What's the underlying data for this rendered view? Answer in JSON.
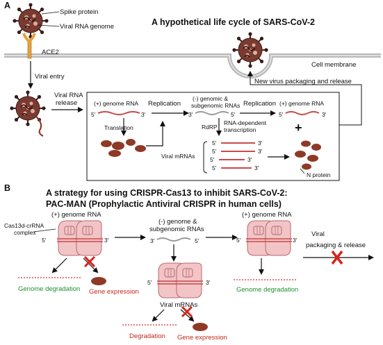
{
  "panel_a": {
    "letter": "A",
    "title": "A hypothetical life cycle of SARS-CoV-2",
    "spike_protein": "Spike protein",
    "viral_rna_genome": "Viral RNA genome",
    "ace2": "ACE2",
    "cell_membrane": "Cell membrane",
    "viral_entry": "Viral entry",
    "viral_rna_release_1": "Viral RNA",
    "viral_rna_release_2": "release",
    "new_virus": "New virus packaging and release",
    "pos_genome_rna": "(+) genome RNA",
    "replication_1": "Replication",
    "neg_genomic_1": "(-) genomic &",
    "neg_genomic_2": "subgenomic RNAs",
    "replication_2": "Replication",
    "pos_genome_rna_2": "(+) genome RNA",
    "translation": "Translation",
    "rdrp": "RdRP",
    "rna_dep_1": "RNA-dependent",
    "rna_dep_2": "transcription",
    "viral_mrnas": "Viral mRNAs",
    "n_protein": "N protein",
    "plus": "+",
    "five": "5'",
    "three": "3'"
  },
  "panel_b": {
    "letter": "B",
    "title_1": "A strategy for using CRISPR-Cas13 to inhibit SARS-CoV-2:",
    "title_2": "PAC-MAN (Prophylactic Antiviral CRISPR in human cells)",
    "pos_genome_rna": "(+) genome RNA",
    "cas13_1": "Cas13d-crRNA",
    "cas13_2": "complex",
    "neg_genome_1": "(-) genome &",
    "neg_genome_2": "subgenomic RNAs",
    "pos_genome_rna_2": "(+) genome RNA",
    "viral_1": "Viral",
    "viral_2": "packaging & release",
    "genome_degradation": "Genome degradation",
    "gene_expression": "Gene expression",
    "viral_mrnas": "Viral mRNAs",
    "genome_degradation_2": "Genome degradation",
    "degradation": "Degradation",
    "gene_expression_2": "Gene expression"
  },
  "colors": {
    "rna_red": "#c94a4a",
    "rna_grey": "#9a9a9a",
    "protein_brown": "#8e3a26",
    "virus_dark": "#5a2420",
    "cas_pink": "#f2c4c6",
    "green_text": "#1f8f2d",
    "red_text": "#c0281c",
    "ace2_orange": "#e8a03a",
    "cross_red": "#d8231c"
  }
}
